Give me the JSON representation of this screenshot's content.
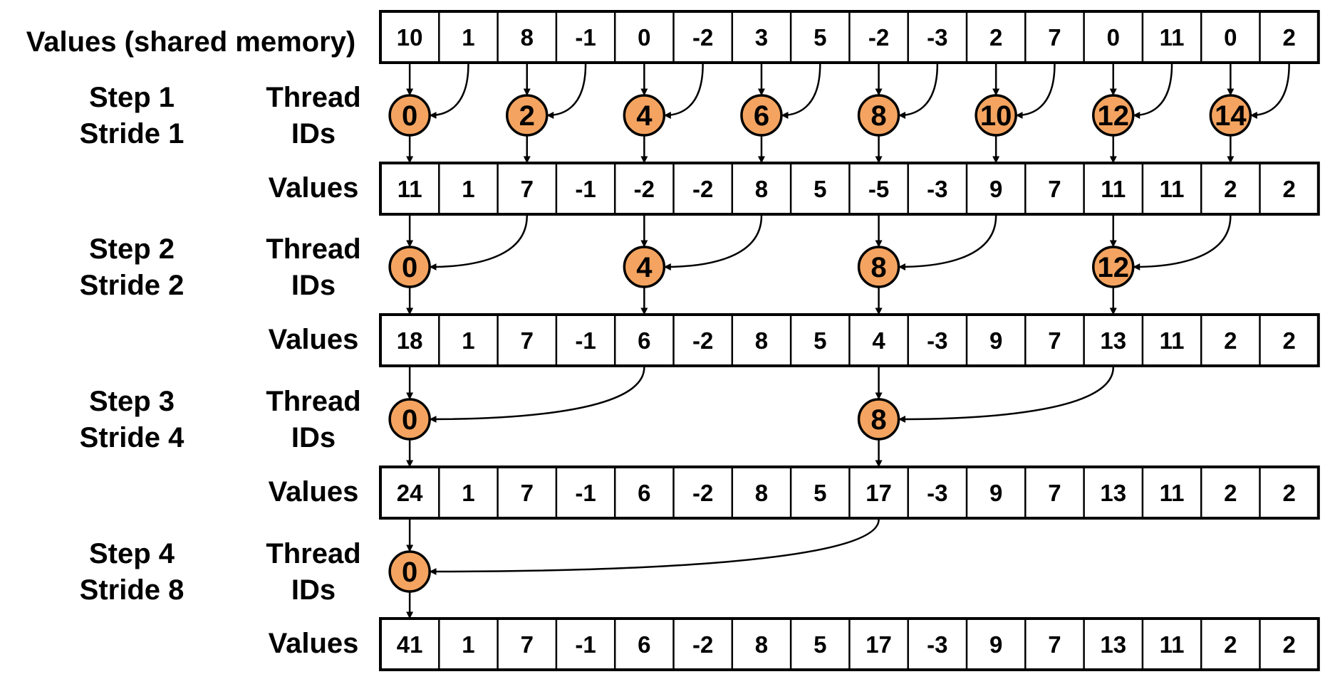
{
  "header_label": "Values (shared memory)",
  "initial_values": [
    "10",
    "1",
    "8",
    "-1",
    "0",
    "-2",
    "3",
    "5",
    "-2",
    "-3",
    "2",
    "7",
    "0",
    "11",
    "0",
    "2"
  ],
  "thread_label_line1": "Thread",
  "thread_label_line2": "IDs",
  "values_label": "Values",
  "steps": [
    {
      "step_label": "Step 1",
      "stride_label": "Stride 1",
      "stride": 1,
      "thread_ids": [
        "0",
        "2",
        "4",
        "6",
        "8",
        "10",
        "12",
        "14"
      ],
      "result_values": [
        "11",
        "1",
        "7",
        "-1",
        "-2",
        "-2",
        "8",
        "5",
        "-5",
        "-3",
        "9",
        "7",
        "11",
        "11",
        "2",
        "2"
      ]
    },
    {
      "step_label": "Step 2",
      "stride_label": "Stride 2",
      "stride": 2,
      "thread_ids": [
        "0",
        "4",
        "8",
        "12"
      ],
      "result_values": [
        "18",
        "1",
        "7",
        "-1",
        "6",
        "-2",
        "8",
        "5",
        "4",
        "-3",
        "9",
        "7",
        "13",
        "11",
        "2",
        "2"
      ]
    },
    {
      "step_label": "Step 3",
      "stride_label": "Stride 4",
      "stride": 4,
      "thread_ids": [
        "0",
        "8"
      ],
      "result_values": [
        "24",
        "1",
        "7",
        "-1",
        "6",
        "-2",
        "8",
        "5",
        "17",
        "-3",
        "9",
        "7",
        "13",
        "11",
        "2",
        "2"
      ]
    },
    {
      "step_label": "Step 4",
      "stride_label": "Stride 8",
      "stride": 8,
      "thread_ids": [
        "0"
      ],
      "result_values": [
        "41",
        "1",
        "7",
        "-1",
        "6",
        "-2",
        "8",
        "5",
        "17",
        "-3",
        "9",
        "7",
        "13",
        "11",
        "2",
        "2"
      ]
    }
  ],
  "colors": {
    "thread_fill": "#F4A460",
    "stroke": "#000000",
    "background": "#FFFFFF"
  }
}
